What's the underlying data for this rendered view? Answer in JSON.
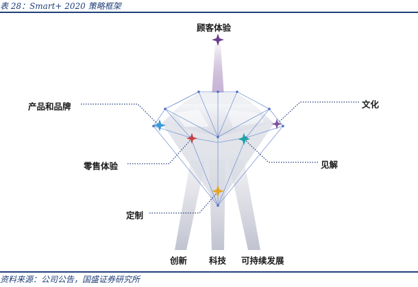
{
  "caption": "表 28：Smart+ 2020 策略框架",
  "source": "资料来源：公司公告，国盛证券研究所",
  "labels": {
    "top": "顾客体验",
    "left_upper": "产品和品牌",
    "left_mid": "零售体验",
    "left_low": "定制",
    "right_upper": "文化",
    "right_mid": "见解",
    "bottom_1": "创新",
    "bottom_2": "科技",
    "bottom_3": "可持续发展"
  },
  "colors": {
    "heading_blue": "#1f3f7a",
    "star_purple": "#6a3f8c",
    "star_blue": "#3a9bd6",
    "star_red": "#c74242",
    "star_teal": "#1ba3a6",
    "star_gold": "#e3a624",
    "dotted_navy": "#1d3a7a"
  }
}
